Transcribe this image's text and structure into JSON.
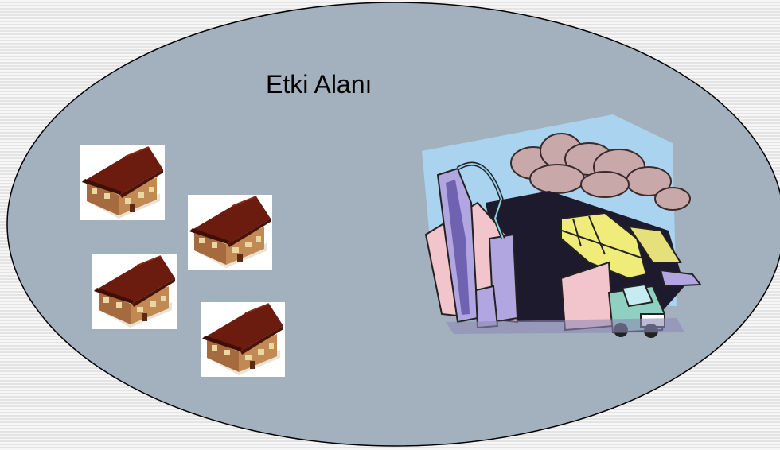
{
  "diagram": {
    "title": "Etki Alanı",
    "colors": {
      "area_fill": "#a3b0bd",
      "area_stroke": "#000000",
      "roof": "#6b1c0e",
      "wall": "#b07a4a",
      "sky": "#a9d3ee",
      "smoke": "#c9a8aa"
    },
    "elements": [
      {
        "name": "house-icon",
        "count": 4
      },
      {
        "name": "factory-icon",
        "count": 1
      }
    ]
  }
}
